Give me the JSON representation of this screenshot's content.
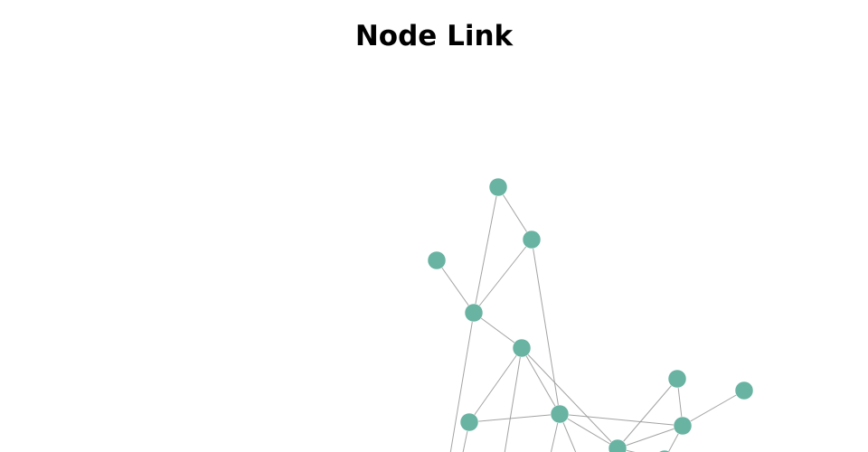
{
  "title": "Node Link",
  "colors": {
    "node": "#69b3a2",
    "link": "#999999",
    "background": "#ffffff"
  },
  "nodes": [
    {
      "id": 1
    },
    {
      "id": 2
    },
    {
      "id": 3
    },
    {
      "id": 4
    },
    {
      "id": 5
    },
    {
      "id": 6
    },
    {
      "id": 7
    },
    {
      "id": 8
    },
    {
      "id": 9
    },
    {
      "id": 10
    },
    {
      "id": 11
    },
    {
      "id": 12
    }
  ],
  "links": [
    {
      "source": 1,
      "target": 2
    },
    {
      "source": 1,
      "target": 5
    },
    {
      "source": 2,
      "target": 4
    },
    {
      "source": 2,
      "target": 8
    },
    {
      "source": 3,
      "target": 4
    },
    {
      "source": 4,
      "target": 5
    },
    {
      "source": 4,
      "target": 9
    },
    {
      "source": 5,
      "target": 7
    },
    {
      "source": 5,
      "target": 8
    },
    {
      "source": 5,
      "target": 11
    },
    {
      "source": 6,
      "target": 8
    },
    {
      "source": 6,
      "target": 11
    },
    {
      "source": 7,
      "target": 8
    },
    {
      "source": 8,
      "target": 10
    },
    {
      "source": 8,
      "target": 11
    },
    {
      "source": 9,
      "target": 10
    },
    {
      "source": 9,
      "target": 11
    },
    {
      "source": 10,
      "target": 12
    }
  ]
}
